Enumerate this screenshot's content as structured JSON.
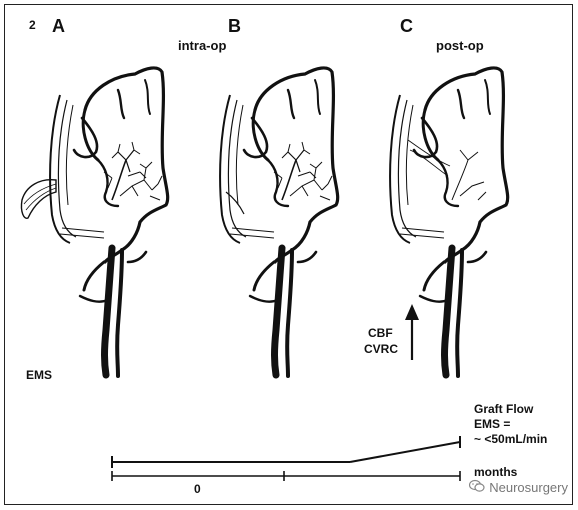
{
  "figure": {
    "number": "2",
    "panels": [
      {
        "letter": "A",
        "subtitle": ""
      },
      {
        "letter": "B",
        "subtitle": "intra-op"
      },
      {
        "letter": "C",
        "subtitle": "post-op"
      }
    ]
  },
  "labels": {
    "cbf": "CBF",
    "cvrc": "CVRC",
    "ems": "EMS",
    "graft_flow_line1": "Graft Flow",
    "graft_flow_line2": "EMS =",
    "graft_flow_line3": "~ <50mL/min",
    "months": "months",
    "zero": "0"
  },
  "watermark": {
    "text": "Neurosurgery",
    "icon": "wechat-icon"
  },
  "colors": {
    "ink": "#111111",
    "background": "#ffffff",
    "watermark": "#777777"
  }
}
